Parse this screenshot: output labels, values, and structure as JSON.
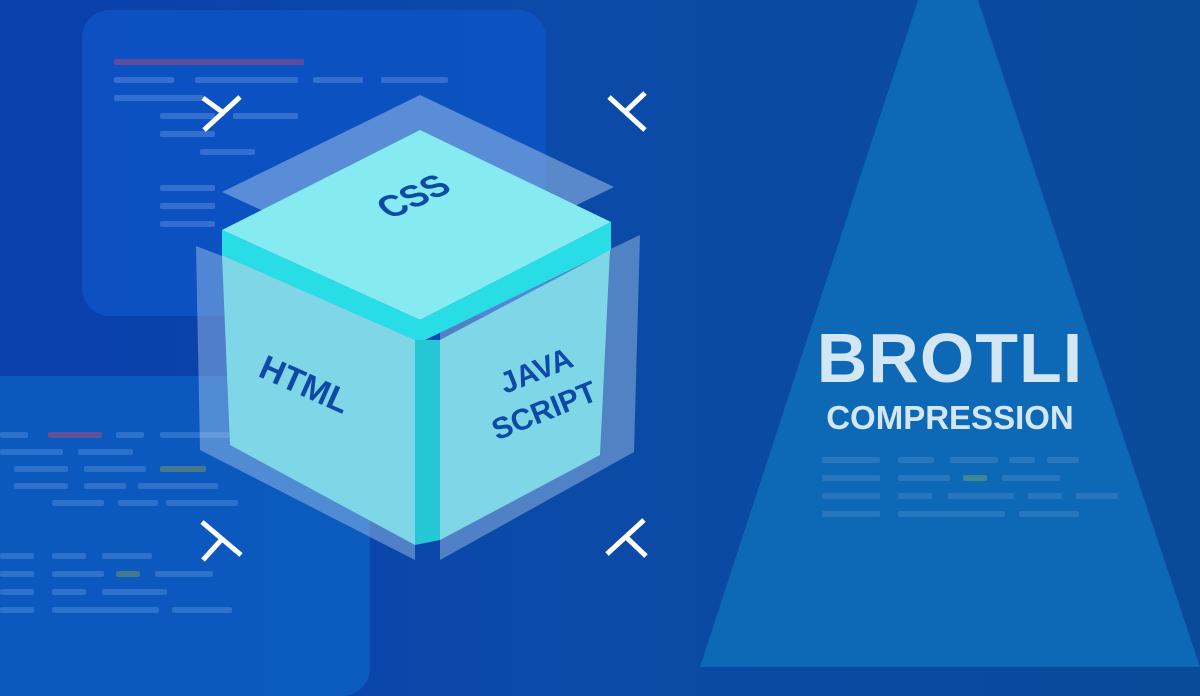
{
  "title": {
    "main": "BROTLI",
    "sub": "COMPRESSION"
  },
  "cube": {
    "top_face_label": "CSS",
    "left_face_label": "HTML",
    "right_face_label_line1": "JAVA",
    "right_face_label_line2": "SCRIPT"
  },
  "colors": {
    "background": "#0b4aa8",
    "spotlight": "#0d6bb8",
    "cube_top": "#86ecf0",
    "cube_edge": "#26dde6",
    "cube_side": "#7fd6e6",
    "label_text": "#0c4aa6",
    "title_text": "#d3e6f5",
    "corner_marks": "#ffffff"
  },
  "decorations": {
    "corner_marks": [
      "top-left",
      "top-right",
      "bottom-left",
      "bottom-right"
    ],
    "code_panels": [
      "top-left-editor",
      "bottom-left-editor",
      "under-title-code"
    ]
  }
}
